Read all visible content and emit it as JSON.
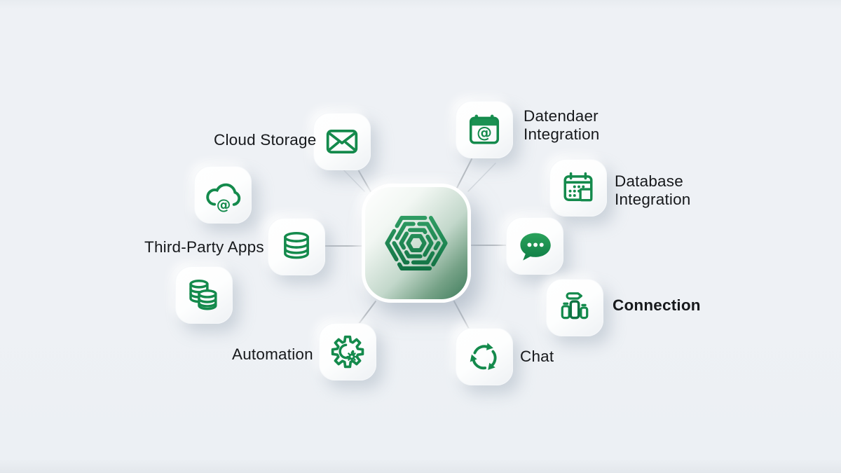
{
  "diagram": {
    "type": "hub-and-spoke integration diagram",
    "colors": {
      "background": "#eef1f5",
      "icon_green": "#148a4c",
      "icon_green_dark": "#0d7342",
      "center_gradient_end": "#3f7d5c",
      "connector_line": "#b7bcc2",
      "label_text": "#17191c"
    },
    "center": {
      "icon": "hexagon-maze-logo"
    },
    "nodes": [
      {
        "id": "cloud-storage",
        "icon": "envelope-icon",
        "label": "Cloud Storage"
      },
      {
        "id": "calendar-integration",
        "icon": "calendar-at-icon",
        "label": "Datendaer\nIntegration"
      },
      {
        "id": "cloud-apps",
        "icon": "cloud-at-icon",
        "label": ""
      },
      {
        "id": "third-party-apps",
        "icon": "database-cylinder-icon",
        "label": "Third-Party Apps"
      },
      {
        "id": "database-integration",
        "icon": "calendar-grid-icon",
        "label": "Database\nIntegration"
      },
      {
        "id": "chat-bubble",
        "icon": "chat-bubble-icon",
        "label": ""
      },
      {
        "id": "stacked-databases",
        "icon": "stacked-databases-icon",
        "label": ""
      },
      {
        "id": "connection",
        "icon": "bar-chart-icon",
        "label": "Connection"
      },
      {
        "id": "automation",
        "icon": "gear-icon",
        "label": "Automation"
      },
      {
        "id": "chat",
        "icon": "sync-arrows-icon",
        "label": "Chat"
      }
    ]
  }
}
